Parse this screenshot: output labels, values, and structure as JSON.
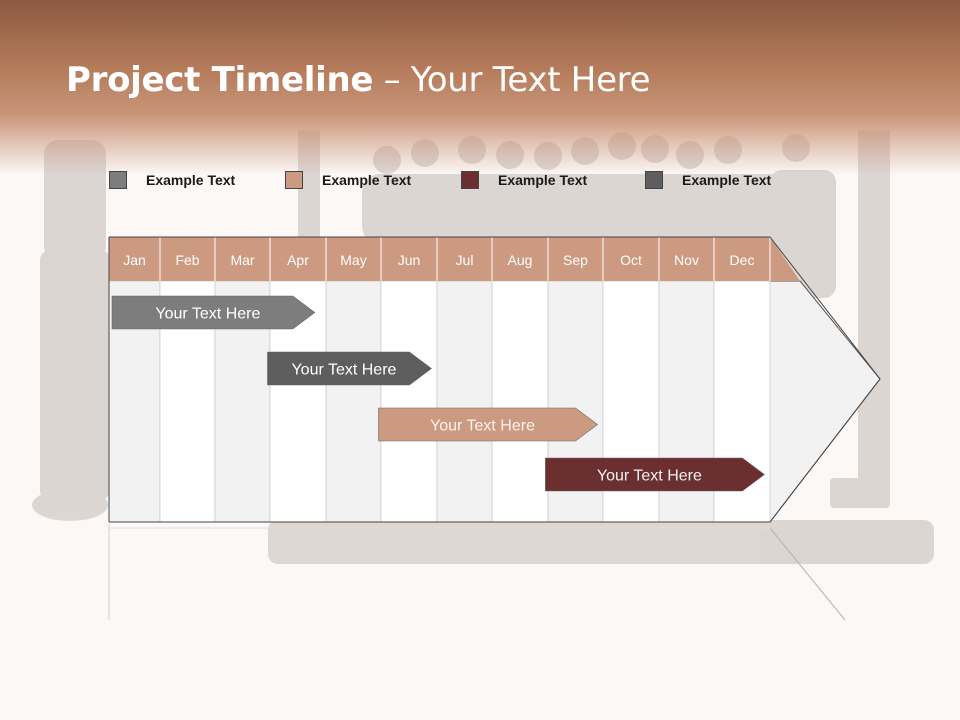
{
  "title": {
    "bold": "Project Timeline",
    "rest": " – Your Text Here"
  },
  "legend": [
    {
      "label": "Example Text",
      "color": "#7d7d7d"
    },
    {
      "label": "Example Text",
      "color": "#cc9a80"
    },
    {
      "label": "Example Text",
      "color": "#6b2f2f"
    },
    {
      "label": "Example Text",
      "color": "#5e5e5e"
    }
  ],
  "chart_data": {
    "type": "table",
    "months": [
      "Jan",
      "Feb",
      "Mar",
      "Apr",
      "May",
      "Jun",
      "Jul",
      "Aug",
      "Sep",
      "Oct",
      "Nov",
      "Dec"
    ],
    "tasks": [
      {
        "label": "Your  Text Here",
        "start_month": 1.0,
        "end_month": 4.8,
        "color": "#7d7d7d"
      },
      {
        "label": "Your  Text Here",
        "start_month": 3.9,
        "end_month": 6.9,
        "color": "#5e5e5e"
      },
      {
        "label": "Your  Text Here",
        "start_month": 5.9,
        "end_month": 9.9,
        "color": "#cc9a80"
      },
      {
        "label": "Your  Text Here",
        "start_month": 8.9,
        "end_month": 12.9,
        "color": "#6b2f2f"
      }
    ],
    "header_color": "#cc9a80",
    "header_text_color": "#ffffff"
  }
}
